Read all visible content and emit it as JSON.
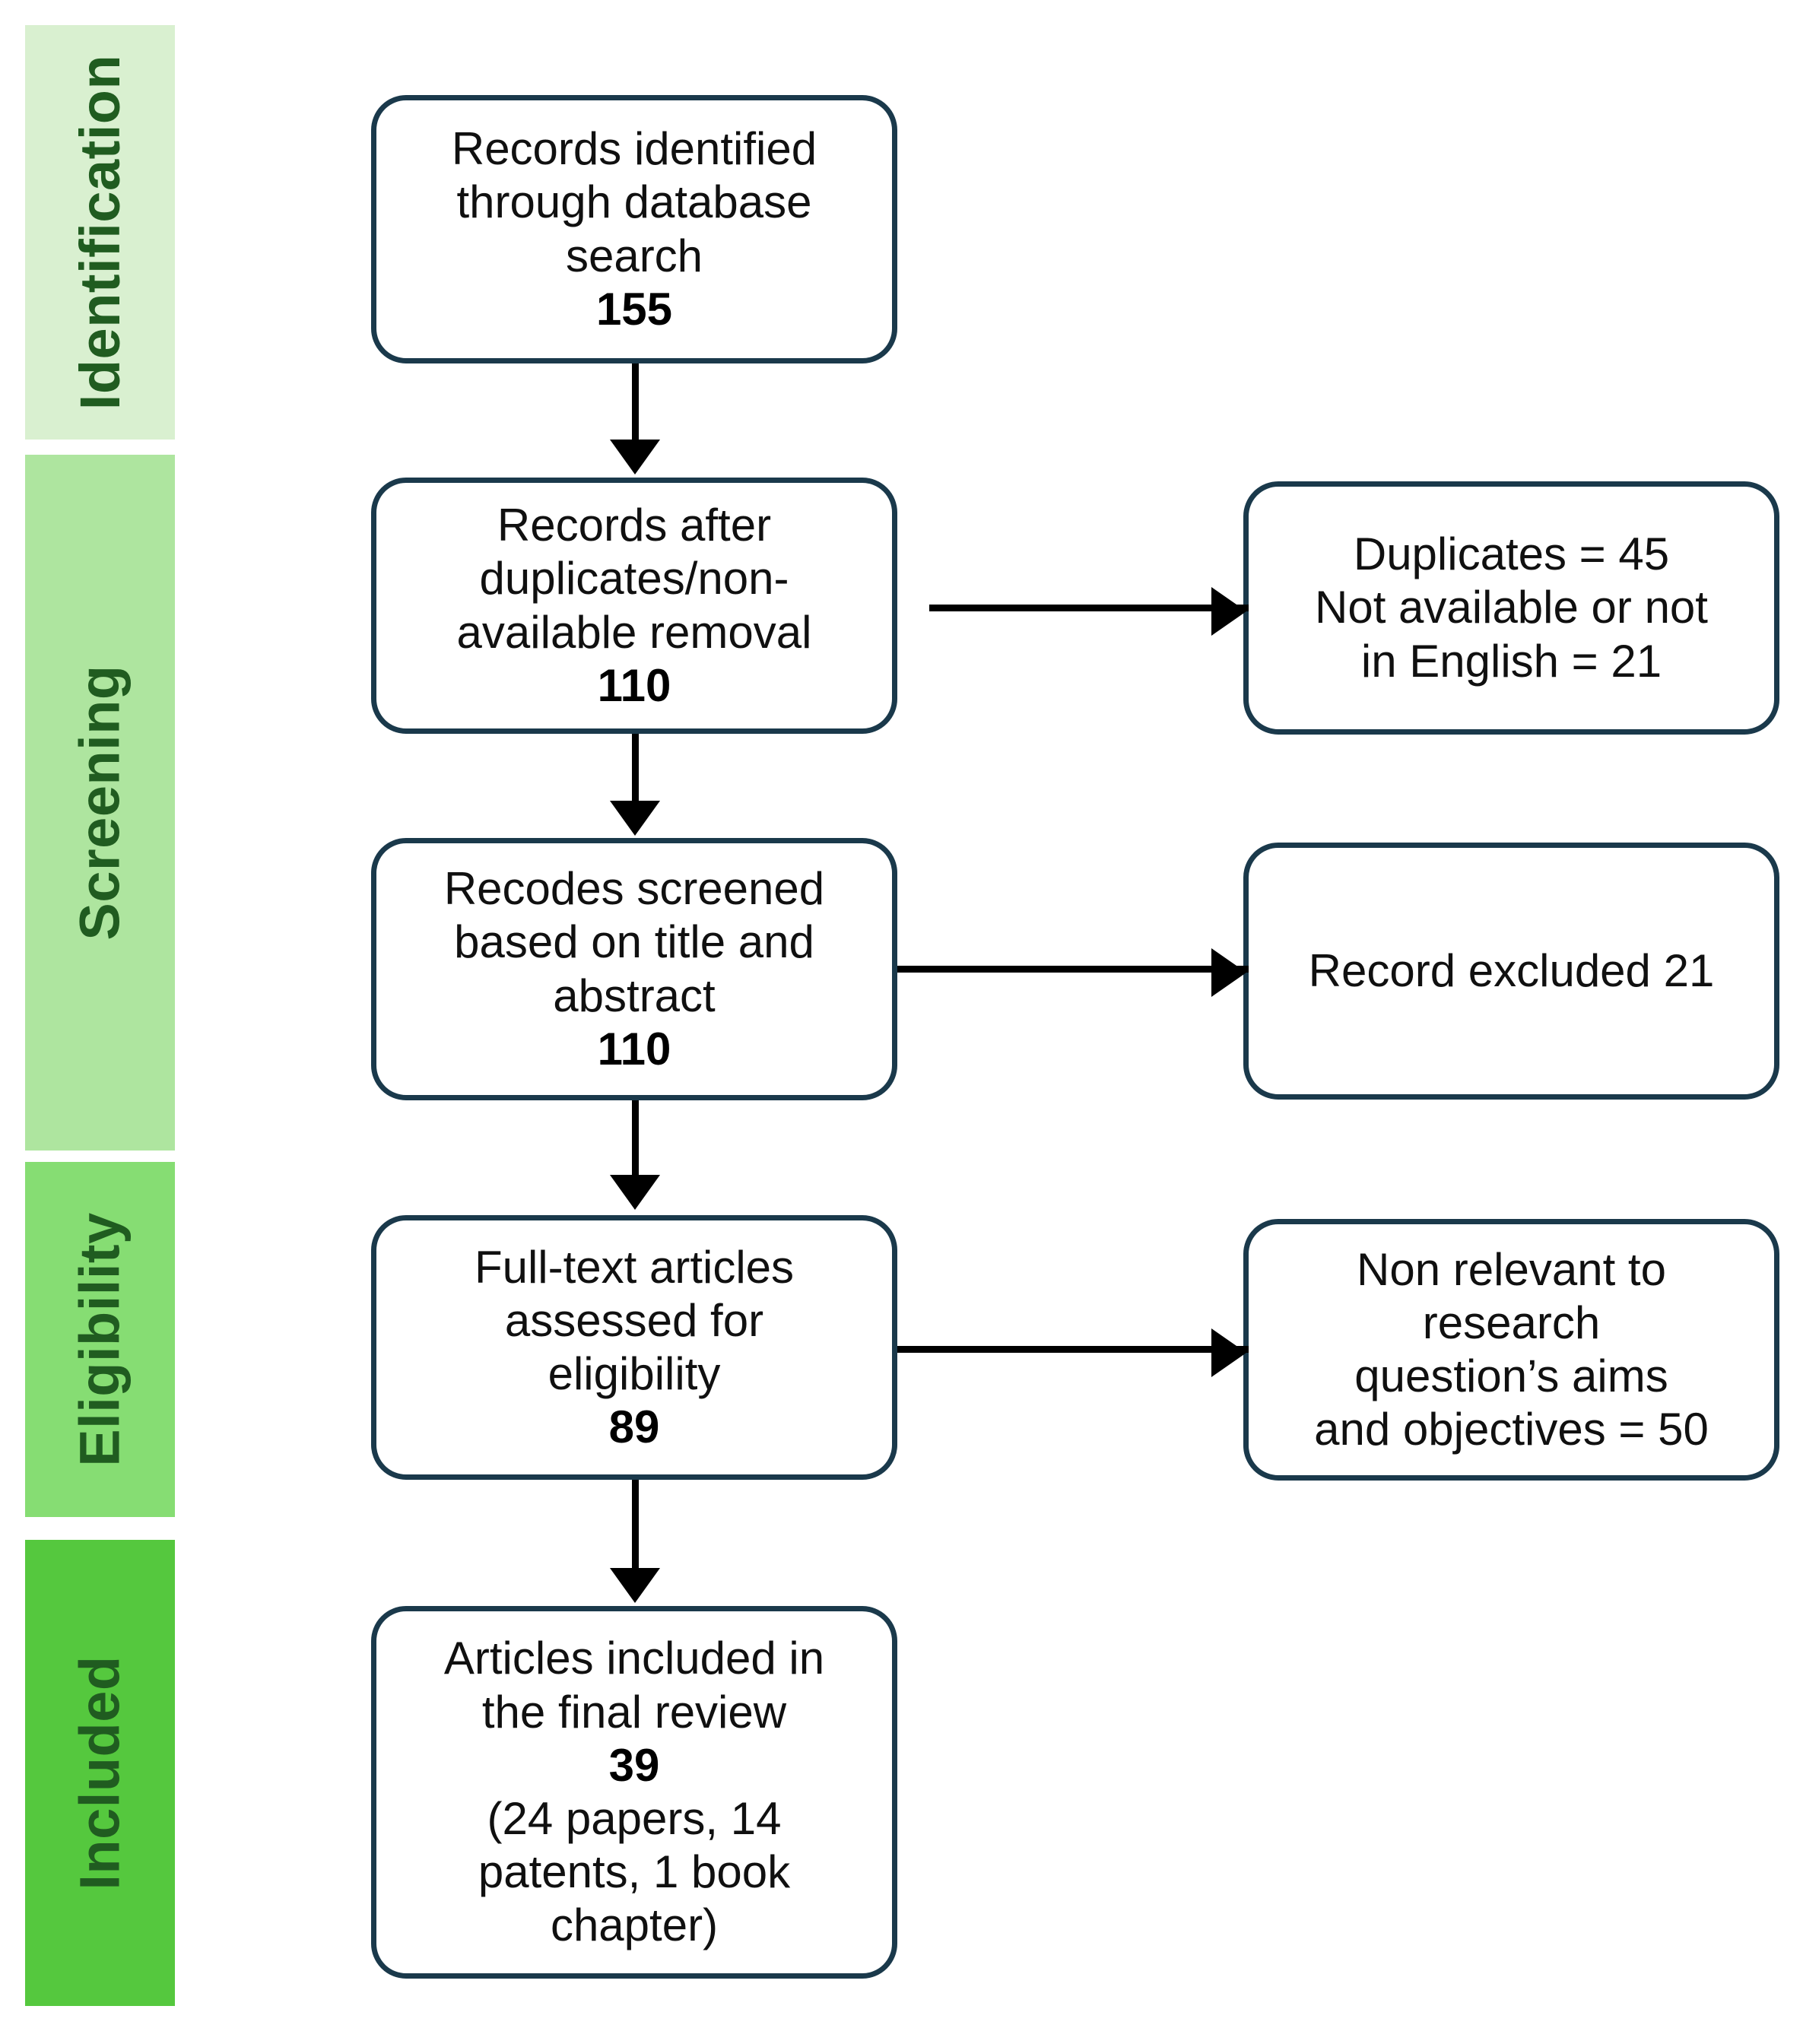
{
  "diagram": {
    "title": "PRISMA flow diagram",
    "colors": {
      "box_border": "#1a394b",
      "box_fill": "#ffffff",
      "connector": "#000000",
      "band_text": "#205c20",
      "band_identification": "#d9f0d0",
      "band_screening": "#aee59f",
      "band_eligibility": "#86dd73",
      "band_included": "#55c83e"
    }
  },
  "stages": [
    {
      "id": "identification",
      "label": "Identification"
    },
    {
      "id": "screening",
      "label": "Screening"
    },
    {
      "id": "eligibility",
      "label": "Eligibility"
    },
    {
      "id": "included",
      "label": "Included"
    }
  ],
  "boxes": {
    "identified": {
      "lines": [
        "Records identified",
        "through database",
        "search"
      ],
      "count": "155"
    },
    "after_dupes": {
      "lines": [
        "Records after",
        "duplicates/non-",
        "available removal"
      ],
      "count": "110"
    },
    "duplicates_removed": {
      "lines": [
        "Duplicates = 45",
        "Not available or not",
        "in English = 21"
      ]
    },
    "screened": {
      "lines": [
        "Recodes screened",
        "based on title and",
        "abstract"
      ],
      "count": "110"
    },
    "record_excluded": {
      "lines": [
        "Record excluded 21"
      ]
    },
    "fulltext": {
      "lines": [
        "Full-text articles",
        "assessed for",
        "eligibility"
      ],
      "count": "89"
    },
    "non_relevant": {
      "lines": [
        "Non relevant to",
        "research",
        "question’s aims",
        "and objectives = 50"
      ]
    },
    "included": {
      "lines": [
        "Articles included in",
        "the final review"
      ],
      "count": "39",
      "detail": [
        "(24 papers, 14",
        "patents, 1 book",
        "chapter)"
      ]
    }
  }
}
